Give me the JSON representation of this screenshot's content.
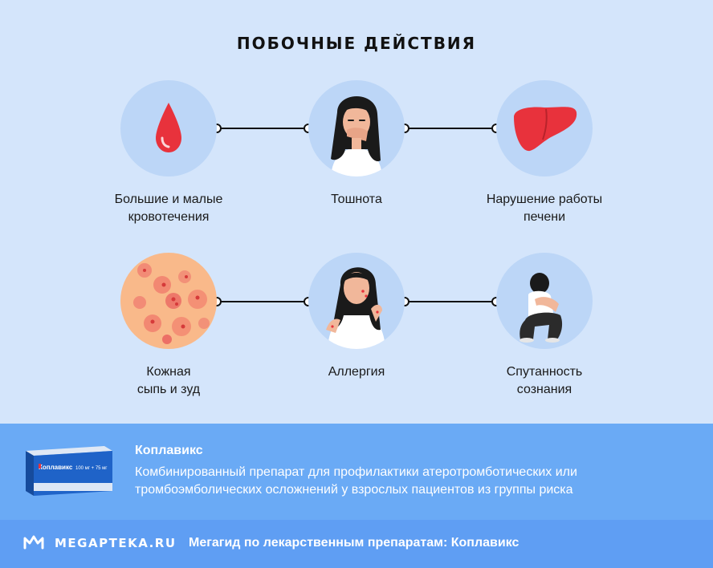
{
  "title": "ПОБОЧНЫЕ ДЕЙСТВИЯ",
  "effects": [
    {
      "label_line1": "Большие и малые",
      "label_line2": "кровотечения",
      "icon": "blood-drop-icon"
    },
    {
      "label_line1": "Тошнота",
      "label_line2": "",
      "icon": "nauseous-woman-icon"
    },
    {
      "label_line1": "Нарушение работы",
      "label_line2": "печени",
      "icon": "liver-icon"
    },
    {
      "label_line1": "Кожная",
      "label_line2": "сыпь и зуд",
      "icon": "skin-rash-icon"
    },
    {
      "label_line1": "Аллергия",
      "label_line2": "",
      "icon": "itching-woman-icon"
    },
    {
      "label_line1": "Спутанность",
      "label_line2": "сознания",
      "icon": "confused-person-icon"
    }
  ],
  "product": {
    "name": "Коплавикс",
    "description_line1": "Комбинированный препарат для профилактики атеротромботических или",
    "description_line2": "тромбоэмболических осложнений у взрослых пациентов из группы риска",
    "box_brand": "Коплавикс",
    "box_dosage": "100 мг + 75 мг"
  },
  "footer": {
    "logo_text": "MEGAPTEKA.RU",
    "guide_text": "Мегагид по лекарственным препаратам: Коплавикс"
  },
  "colors": {
    "background": "#d4e5fb",
    "circle": "#bcd6f7",
    "banner": "#6aaaf5",
    "footer": "#5f9ef3",
    "accent_red": "#e8323c"
  }
}
